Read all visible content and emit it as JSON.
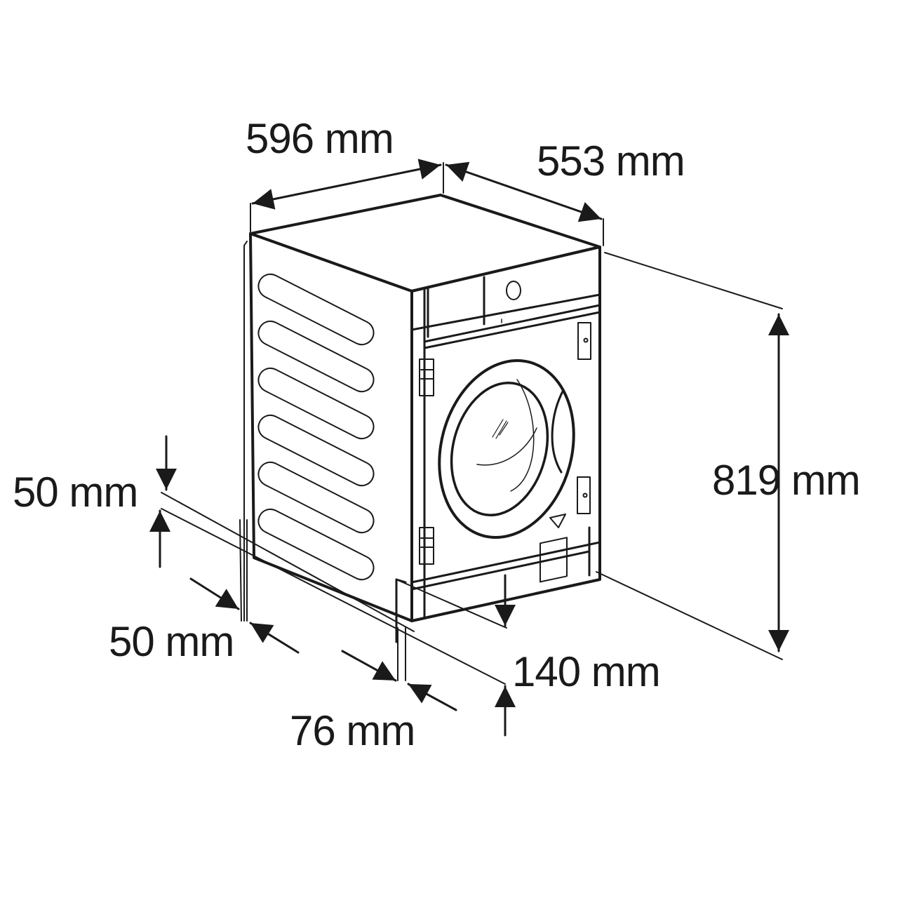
{
  "diagram": {
    "subject": "Built-in washing machine dimension drawing",
    "line_color": "#1a1a1a",
    "background": "#ffffff",
    "dimensions": {
      "width": {
        "label": "596 mm",
        "value": 596,
        "unit": "mm"
      },
      "depth": {
        "label": "553 mm",
        "value": 553,
        "unit": "mm"
      },
      "height": {
        "label": "819 mm",
        "value": 819,
        "unit": "mm"
      },
      "top_gap": {
        "label": "50 mm",
        "value": 50,
        "unit": "mm"
      },
      "side_gap": {
        "label": "50 mm",
        "value": 50,
        "unit": "mm"
      },
      "plinth_depth": {
        "label": "76 mm",
        "value": 76,
        "unit": "mm"
      },
      "plinth_height": {
        "label": "140 mm",
        "value": 140,
        "unit": "mm"
      }
    }
  }
}
